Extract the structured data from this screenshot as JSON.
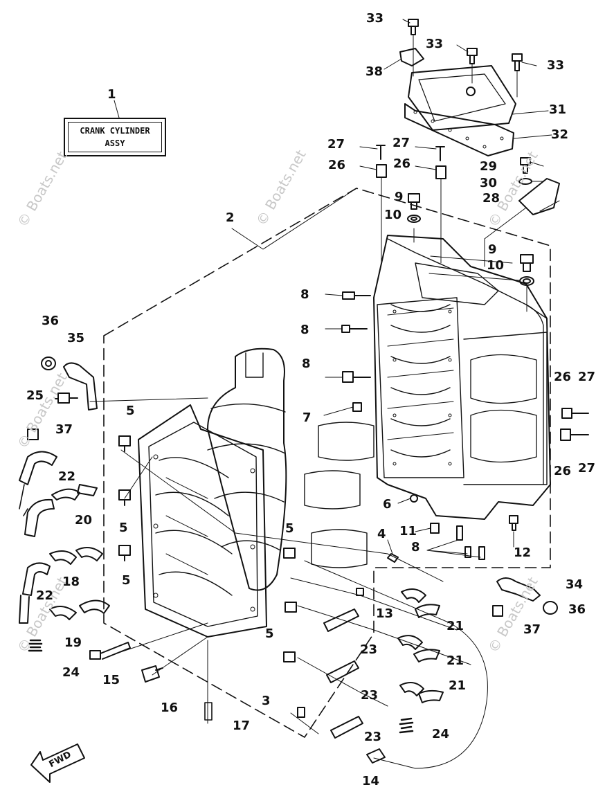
{
  "title_box": {
    "line1": "CRANK CYLINDER",
    "line2": "ASSY"
  },
  "direction_arrow": "FWD",
  "watermark": "© Boats.net",
  "labels": [
    {
      "id": "l-1",
      "text": "1"
    },
    {
      "id": "l-2",
      "text": "2"
    },
    {
      "id": "l-3",
      "text": "3"
    },
    {
      "id": "l-4",
      "text": "4"
    },
    {
      "id": "l-5a",
      "text": "5"
    },
    {
      "id": "l-5b",
      "text": "5"
    },
    {
      "id": "l-5c",
      "text": "5"
    },
    {
      "id": "l-5d",
      "text": "5"
    },
    {
      "id": "l-5e",
      "text": "5"
    },
    {
      "id": "l-6",
      "text": "6"
    },
    {
      "id": "l-7",
      "text": "7"
    },
    {
      "id": "l-8a",
      "text": "8"
    },
    {
      "id": "l-8b",
      "text": "8"
    },
    {
      "id": "l-8c",
      "text": "8"
    },
    {
      "id": "l-8d",
      "text": "8"
    },
    {
      "id": "l-9a",
      "text": "9"
    },
    {
      "id": "l-9b",
      "text": "9"
    },
    {
      "id": "l-10a",
      "text": "10"
    },
    {
      "id": "l-10b",
      "text": "10"
    },
    {
      "id": "l-11",
      "text": "11"
    },
    {
      "id": "l-12",
      "text": "12"
    },
    {
      "id": "l-13",
      "text": "13"
    },
    {
      "id": "l-14",
      "text": "14"
    },
    {
      "id": "l-15",
      "text": "15"
    },
    {
      "id": "l-16",
      "text": "16"
    },
    {
      "id": "l-17",
      "text": "17"
    },
    {
      "id": "l-18",
      "text": "18"
    },
    {
      "id": "l-19",
      "text": "19"
    },
    {
      "id": "l-20",
      "text": "20"
    },
    {
      "id": "l-21a",
      "text": "21"
    },
    {
      "id": "l-21b",
      "text": "21"
    },
    {
      "id": "l-21c",
      "text": "21"
    },
    {
      "id": "l-22a",
      "text": "22"
    },
    {
      "id": "l-22b",
      "text": "22"
    },
    {
      "id": "l-23a",
      "text": "23"
    },
    {
      "id": "l-23b",
      "text": "23"
    },
    {
      "id": "l-23c",
      "text": "23"
    },
    {
      "id": "l-24a",
      "text": "24"
    },
    {
      "id": "l-24b",
      "text": "24"
    },
    {
      "id": "l-25",
      "text": "25"
    },
    {
      "id": "l-26a",
      "text": "26"
    },
    {
      "id": "l-26b",
      "text": "26"
    },
    {
      "id": "l-26c",
      "text": "26"
    },
    {
      "id": "l-26d",
      "text": "26"
    },
    {
      "id": "l-27a",
      "text": "27"
    },
    {
      "id": "l-27b",
      "text": "27"
    },
    {
      "id": "l-27c",
      "text": "27"
    },
    {
      "id": "l-27d",
      "text": "27"
    },
    {
      "id": "l-28",
      "text": "28"
    },
    {
      "id": "l-29",
      "text": "29"
    },
    {
      "id": "l-30",
      "text": "30"
    },
    {
      "id": "l-31",
      "text": "31"
    },
    {
      "id": "l-32",
      "text": "32"
    },
    {
      "id": "l-33a",
      "text": "33"
    },
    {
      "id": "l-33b",
      "text": "33"
    },
    {
      "id": "l-33c",
      "text": "33"
    },
    {
      "id": "l-34",
      "text": "34"
    },
    {
      "id": "l-35",
      "text": "35"
    },
    {
      "id": "l-36a",
      "text": "36"
    },
    {
      "id": "l-36b",
      "text": "36"
    },
    {
      "id": "l-37a",
      "text": "37"
    },
    {
      "id": "l-37b",
      "text": "37"
    },
    {
      "id": "l-38",
      "text": "38"
    }
  ]
}
